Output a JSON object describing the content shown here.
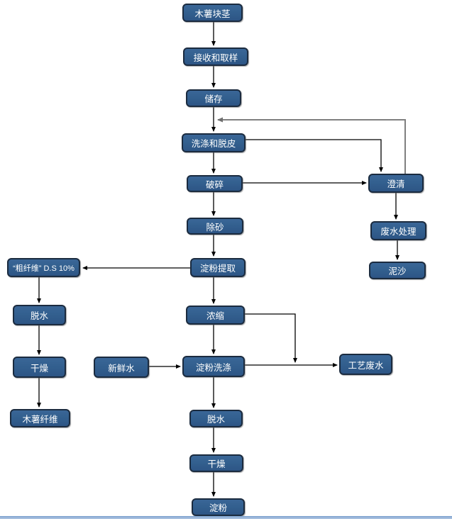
{
  "diagram": {
    "type": "flowchart",
    "language": "zh-CN",
    "subject": "cassava starch production process",
    "colors": {
      "node_fill": "#33608F",
      "node_border": "#1B2B3F",
      "node_text": "#FFFFFF",
      "flow_arrow": "#000000",
      "recycle_arrow": "#7F7F7F",
      "bottom_rule": "#9AB6DA",
      "background": "#FFFFFF"
    },
    "nodes": [
      {
        "id": "cassava-tubers",
        "label": "木薯块茎"
      },
      {
        "id": "receiving-sampling",
        "label": "接收和取样"
      },
      {
        "id": "storage",
        "label": "储存"
      },
      {
        "id": "washing-peeling",
        "label": "洗涤和脱皮"
      },
      {
        "id": "crushing",
        "label": "破碎"
      },
      {
        "id": "clarification",
        "label": "澄清"
      },
      {
        "id": "wastewater-treatment",
        "label": "废水处理"
      },
      {
        "id": "sediment",
        "label": "泥沙"
      },
      {
        "id": "desanding",
        "label": "除砂"
      },
      {
        "id": "starch-extraction",
        "label": "淀粉提取"
      },
      {
        "id": "crude-fiber",
        "label": "“粗纤维” D.S 10%"
      },
      {
        "id": "dewatering-fiber",
        "label": "脱水"
      },
      {
        "id": "drying-fiber",
        "label": "干燥"
      },
      {
        "id": "cassava-fiber",
        "label": "木薯纤维"
      },
      {
        "id": "concentration",
        "label": "浓缩"
      },
      {
        "id": "fresh-water",
        "label": "新鲜水"
      },
      {
        "id": "starch-washing",
        "label": "淀粉洗涤"
      },
      {
        "id": "process-wastewater",
        "label": "工艺废水"
      },
      {
        "id": "dewatering-starch",
        "label": "脱水"
      },
      {
        "id": "drying-starch",
        "label": "干燥"
      },
      {
        "id": "starch",
        "label": "淀粉"
      }
    ],
    "edges": [
      {
        "from": "cassava-tubers",
        "to": "receiving-sampling",
        "type": "flow"
      },
      {
        "from": "receiving-sampling",
        "to": "storage",
        "type": "flow"
      },
      {
        "from": "storage",
        "to": "washing-peeling",
        "type": "flow"
      },
      {
        "from": "washing-peeling",
        "to": "crushing",
        "type": "flow"
      },
      {
        "from": "washing-peeling",
        "to": "clarification",
        "type": "flow"
      },
      {
        "from": "crushing",
        "to": "desanding",
        "type": "flow"
      },
      {
        "from": "crushing",
        "to": "clarification",
        "type": "flow"
      },
      {
        "from": "clarification",
        "to": "washing-peeling",
        "type": "recycle"
      },
      {
        "from": "clarification",
        "to": "wastewater-treatment",
        "type": "flow"
      },
      {
        "from": "wastewater-treatment",
        "to": "sediment",
        "type": "flow"
      },
      {
        "from": "desanding",
        "to": "starch-extraction",
        "type": "flow"
      },
      {
        "from": "starch-extraction",
        "to": "crude-fiber",
        "type": "flow"
      },
      {
        "from": "starch-extraction",
        "to": "concentration",
        "type": "flow"
      },
      {
        "from": "crude-fiber",
        "to": "dewatering-fiber",
        "type": "flow"
      },
      {
        "from": "dewatering-fiber",
        "to": "drying-fiber",
        "type": "flow"
      },
      {
        "from": "drying-fiber",
        "to": "cassava-fiber",
        "type": "flow"
      },
      {
        "from": "concentration",
        "to": "starch-washing",
        "type": "flow"
      },
      {
        "from": "concentration",
        "to": "process-wastewater",
        "type": "flow"
      },
      {
        "from": "fresh-water",
        "to": "starch-washing",
        "type": "flow"
      },
      {
        "from": "starch-washing",
        "to": "process-wastewater",
        "type": "flow"
      },
      {
        "from": "starch-washing",
        "to": "dewatering-starch",
        "type": "flow"
      },
      {
        "from": "dewatering-starch",
        "to": "drying-starch",
        "type": "flow"
      },
      {
        "from": "drying-starch",
        "to": "starch",
        "type": "flow"
      }
    ]
  }
}
